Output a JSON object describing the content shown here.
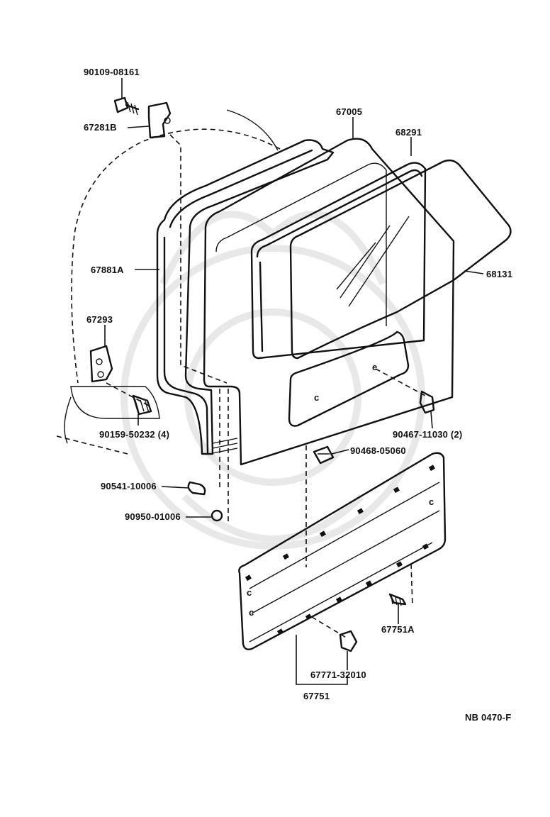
{
  "labels": {
    "bolt_90109": "90109-08161",
    "hinge_bracket": "67281B",
    "door_panel": "67005",
    "weatherstrip": "67881A",
    "molding_68291": "68291",
    "glass": "68131",
    "striker": "67293",
    "bolt_90159": "90159-50232 (4)",
    "clip_90467": "90467-11030 (2)",
    "clip_90468": "90468-05060",
    "cushion_90541": "90541-10006",
    "plug_90950": "90950-01006",
    "clip_67751a": "67751A",
    "clip_67771": "67771-32010",
    "trim_board": "67751",
    "ref_code": "NB 0470-F"
  }
}
